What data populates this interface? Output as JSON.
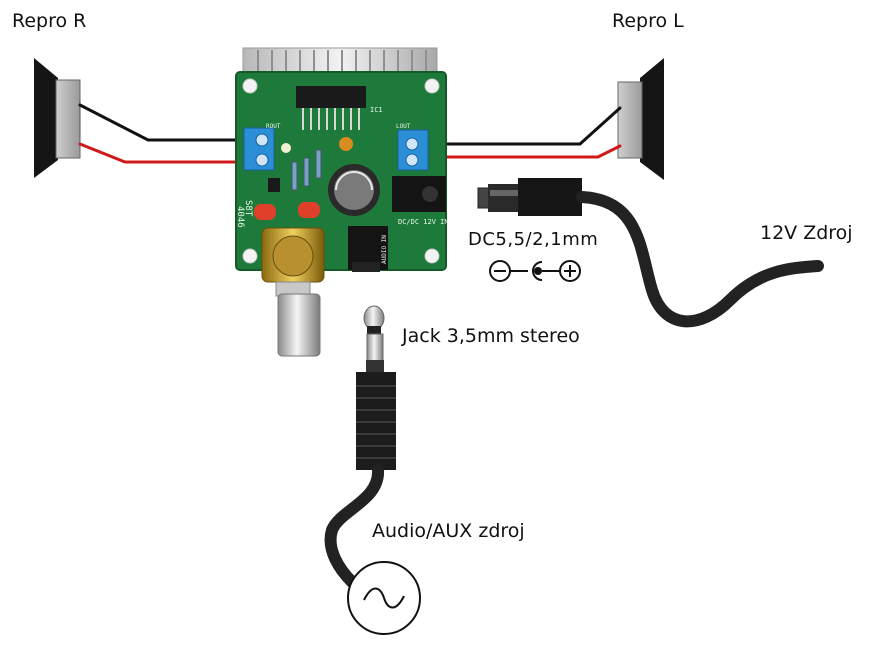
{
  "labels": {
    "speaker_right": "Repro R",
    "speaker_left": "Repro L",
    "dc_connector": "DC5,5/2,1mm",
    "power_source": "12V Zdroj",
    "jack": "Jack 3,5mm stereo",
    "audio_source": "Audio/AUX zdroj"
  },
  "board": {
    "silkscreen_code": "4046",
    "silkscreen_id": "S8T",
    "ic_label": "IC1",
    "dc_in_label": "DC/DC 12V IN",
    "audio_in_label": "AUDIO IN",
    "lout_label": "LOUT",
    "rout_label": "ROUT"
  },
  "polarity_symbols": [
    "−",
    "+"
  ],
  "colors": {
    "pcb": "#1e7a3a",
    "terminal": "#2a8fd6",
    "wire_red": "#d01818",
    "wire_black": "#111111",
    "cable": "#222222"
  }
}
